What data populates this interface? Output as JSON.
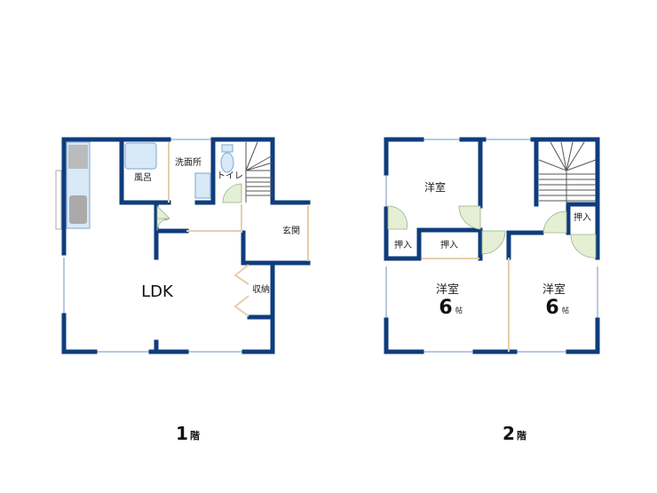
{
  "floor1": {
    "title_num": "1",
    "title_unit": "階",
    "rooms": {
      "bath": "風呂",
      "washroom": "洗面所",
      "toilet": "トイレ",
      "entrance": "玄関",
      "ldk": "LDK",
      "storage": "収納"
    }
  },
  "floor2": {
    "title_num": "2",
    "title_unit": "階",
    "rooms": {
      "western_top": "洋室",
      "closet_left": "押入",
      "closet_mid": "押入",
      "closet_right": "押入",
      "western_left": "洋室",
      "western_left_size": "6",
      "western_left_unit": "帖",
      "western_right": "洋室",
      "western_right_size": "6",
      "western_right_unit": "帖"
    }
  },
  "colors": {
    "wall": "#0f3c7c",
    "door": "#e4efd4",
    "fixture": "#d8e9f7"
  }
}
